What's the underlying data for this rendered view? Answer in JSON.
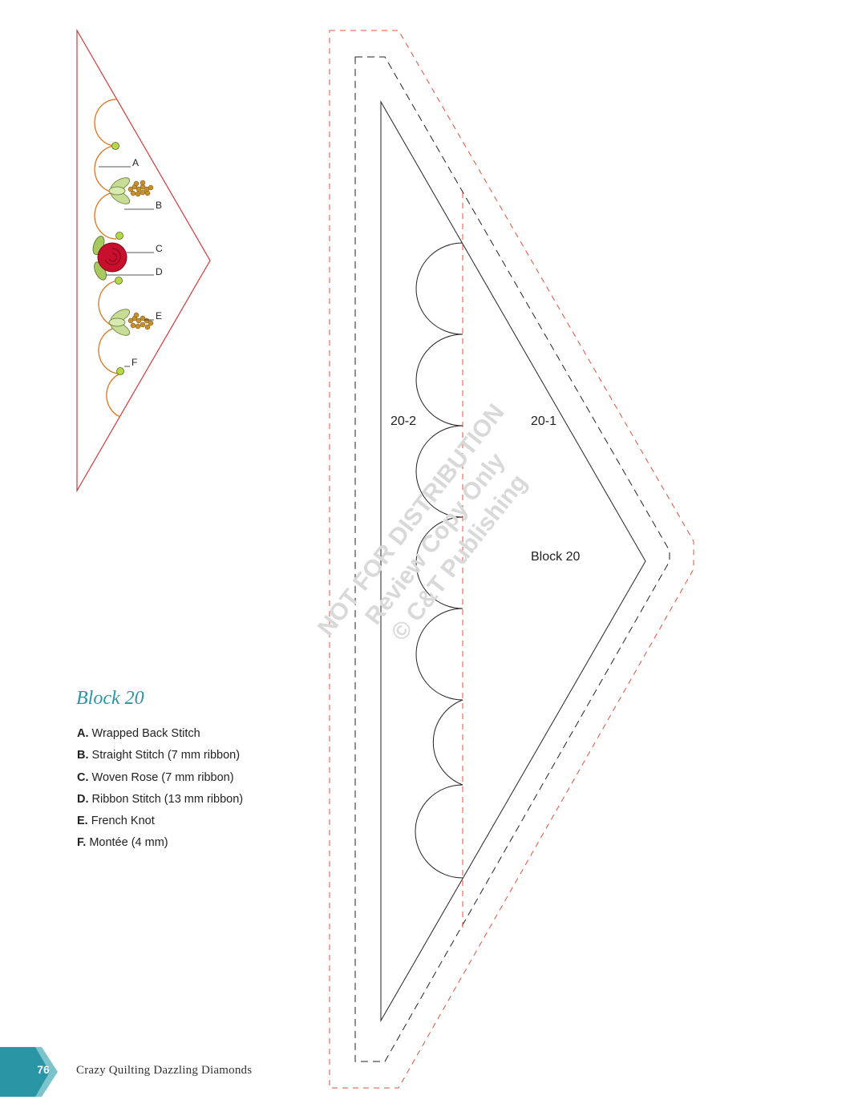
{
  "page": {
    "number": "76",
    "book_title": "Crazy Quilting Dazzling Diamonds"
  },
  "pattern": {
    "piece_a": "20-2",
    "piece_b": "20-1",
    "block_label": "Block 20"
  },
  "watermark": {
    "line1": "NOT FOR DISTRIBUTION",
    "line2": "Review Copy Only",
    "line3": "© C&T Publishing"
  },
  "diagram_callouts": [
    "A",
    "B",
    "C",
    "D",
    "E",
    "F"
  ],
  "legend": {
    "title": "Block 20",
    "items": [
      {
        "key": "A.",
        "text": "Wrapped Back Stitch"
      },
      {
        "key": "B.",
        "text": "Straight Stitch (7 mm ribbon)"
      },
      {
        "key": "C.",
        "text": "Woven Rose (7 mm ribbon)"
      },
      {
        "key": "D.",
        "text": "Ribbon Stitch (13 mm ribbon)"
      },
      {
        "key": "E.",
        "text": "French Knot"
      },
      {
        "key": "F.",
        "text": "Montée (4 mm)"
      }
    ]
  },
  "colors": {
    "accent_teal": "#2a95a5",
    "tab_light": "#7cc3cc",
    "outline_red": "#d23a3a",
    "cut_line_red": "#e0533a",
    "rose_red": "#c8102e",
    "leaf_green": "#c8dc96",
    "knot_gold": "#c8902a",
    "scallop_orange": "#d8771e"
  }
}
